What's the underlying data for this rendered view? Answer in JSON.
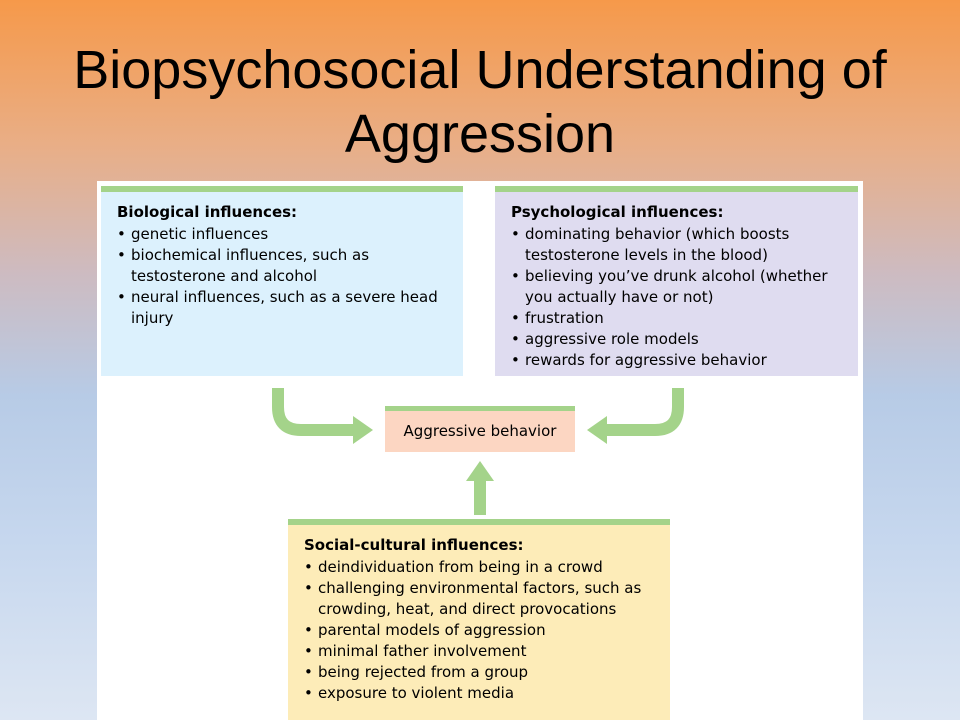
{
  "title": {
    "line1": "Biopsychosocial Understanding of",
    "line2": "Aggression"
  },
  "center": {
    "label": "Aggressive behavior"
  },
  "biological": {
    "heading": "Biological influences:",
    "items": [
      "genetic influences",
      "biochemical influences, such as testosterone and alcohol",
      "neural influences, such as a severe head injury"
    ]
  },
  "psychological": {
    "heading": "Psychological influences:",
    "items": [
      "dominating behavior (which boosts testosterone levels in the blood)",
      "believing you’ve drunk alcohol (whether you actually have or not)",
      "frustration",
      "aggressive role models",
      "rewards for aggressive behavior"
    ]
  },
  "social": {
    "heading": "Social-cultural influences:",
    "items": [
      "deindividuation from being in a crowd",
      "challenging environmental factors, such as crowding, heat, and direct provocations",
      "parental models of aggression",
      "minimal father involvement",
      "being rejected from a group",
      "exposure to violent media"
    ]
  },
  "colors": {
    "accent_green": "#a4d38a",
    "biological_bg": "#dcf1fd",
    "psychological_bg": "#dfdcf0",
    "social_bg": "#fdecb8",
    "center_bg": "#fcd6c2"
  }
}
